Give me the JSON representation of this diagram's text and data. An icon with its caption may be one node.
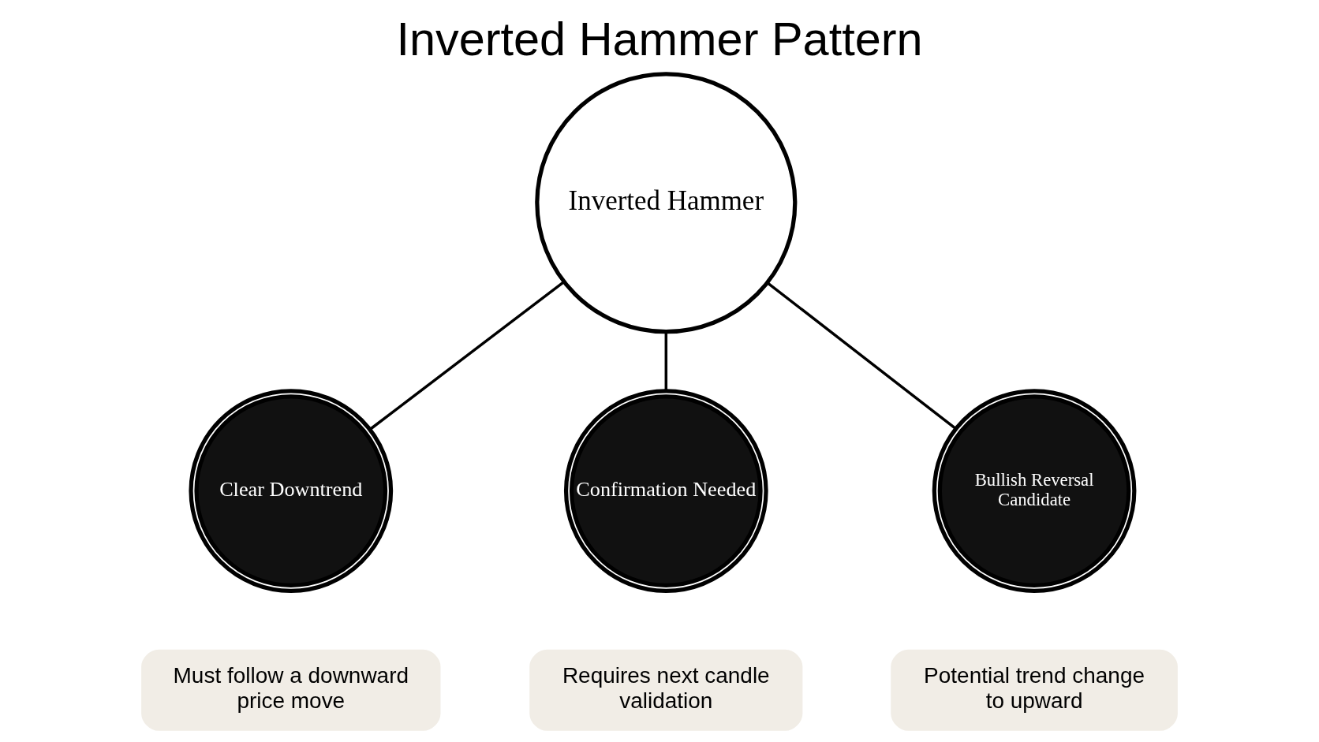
{
  "diagram": {
    "title": "Inverted Hammer Pattern",
    "nodes": [
      {
        "text": [
          "Inverted Hammer"
        ]
      },
      {
        "text": [
          "Clear Downtrend"
        ]
      },
      {
        "text": [
          "Must follow a downward price move"
        ]
      },
      {
        "text": [
          "Confirmation Needed"
        ]
      },
      {
        "text": [
          "Requires next candle validation"
        ]
      },
      {
        "text": [
          "Bullish Reversal Candidate"
        ]
      },
      {
        "text": [
          "Potential trend change to upward"
        ]
      }
    ],
    "edges": [
      {
        "from": 0,
        "to": 1,
        "arrow": "none"
      },
      {
        "from": 0,
        "to": 3,
        "arrow": "none"
      },
      {
        "from": 0,
        "to": 5,
        "arrow": "none"
      }
    ]
  }
}
